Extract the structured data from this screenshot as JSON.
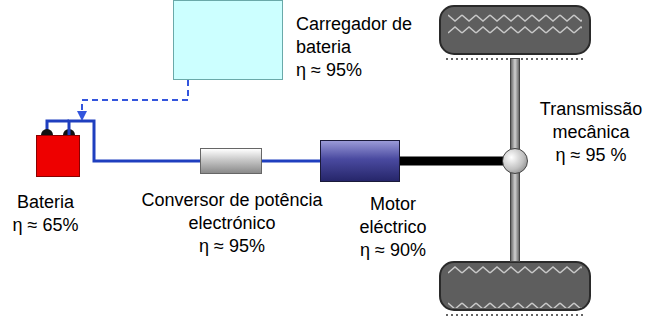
{
  "diagram": {
    "nodes": [
      {
        "text": [
          "Carregador de bateria",
          "η ≈ 95%"
        ]
      },
      {
        "text": [
          "Bateria",
          "η ≈ 65%"
        ]
      },
      {
        "text": [
          "Conversor de potência electrónico",
          "η ≈ 95%"
        ]
      },
      {
        "text": [
          "Motor eléctrico",
          "η ≈ 90%"
        ]
      },
      {
        "text": [
          "Transmissão mecânica",
          "η ≈ 95 %"
        ]
      }
    ],
    "edges": [
      {
        "from": 0,
        "to": 1,
        "arrow": "to"
      },
      {
        "from": 1,
        "to": 2,
        "arrow": "none"
      },
      {
        "from": 2,
        "to": 3,
        "arrow": "none"
      },
      {
        "from": 3,
        "to": 4,
        "arrow": "none"
      }
    ]
  }
}
